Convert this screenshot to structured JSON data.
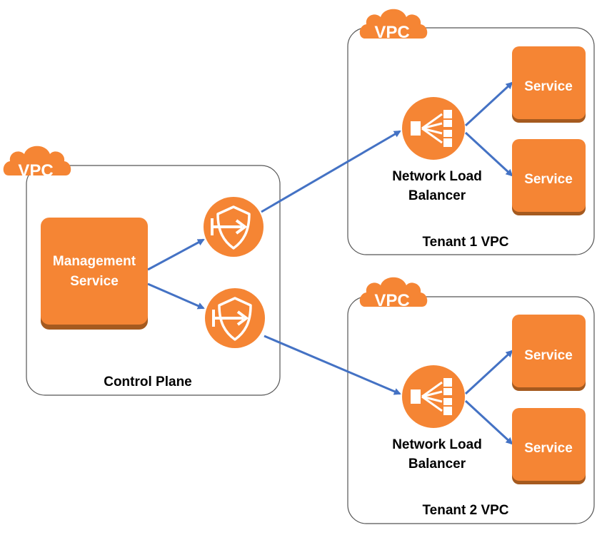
{
  "colors": {
    "orange": "#F58534",
    "orange_shadow": "#A55A1F",
    "arrow": "#4472C4",
    "border": "#555555"
  },
  "control_plane": {
    "vpc_badge": "VPC",
    "label": "Control Plane",
    "management_service": {
      "line1": "Management",
      "line2": "Service"
    }
  },
  "tenants": [
    {
      "vpc_badge": "VPC",
      "label": "Tenant 1 VPC",
      "nlb": {
        "line1": "Network Load",
        "line2": "Balancer"
      },
      "services": [
        "Service",
        "Service"
      ]
    },
    {
      "vpc_badge": "VPC",
      "label": "Tenant 2 VPC",
      "nlb": {
        "line1": "Network Load",
        "line2": "Balancer"
      },
      "services": [
        "Service",
        "Service"
      ]
    }
  ],
  "icons": {
    "vpc": "cloud-icon",
    "endpoint": "vpc-endpoint-shield-icon",
    "nlb": "network-load-balancer-icon"
  }
}
